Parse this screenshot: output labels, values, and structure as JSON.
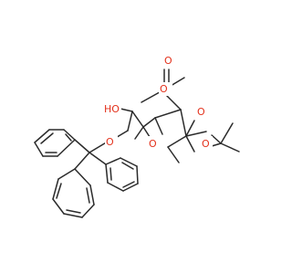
{
  "atoms": {
    "o_carbonyl": "O",
    "o_ester": "O",
    "o_dioxolane_top": "O",
    "o_dioxolane_bottom": "O",
    "o_furanose": "O",
    "hydroxyl": "HO",
    "o_trityl_ether": "O"
  },
  "colors": {
    "bond": "#2b2b2b",
    "heteroatom": "#e3301b",
    "background": "#ffffff"
  }
}
